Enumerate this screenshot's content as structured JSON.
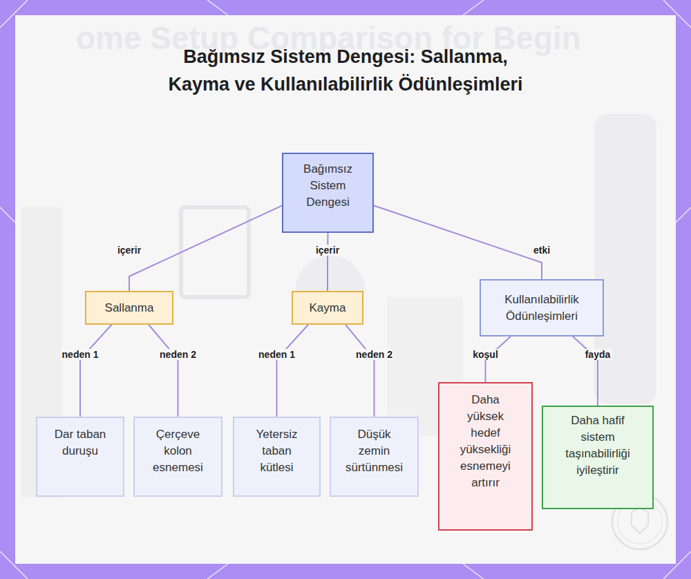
{
  "diagram": {
    "title": "Bağımsız Sistem Dengesi: Sallanma, Kayma ve Kullanılabilirlik Ödünleşimleri",
    "nodes": [
      {
        "text": [
          "Bağımsız Sistem Dengesi"
        ]
      },
      {
        "text": [
          "Sallanma"
        ]
      },
      {
        "text": [
          "Kayma"
        ]
      },
      {
        "text": [
          "Kullanılabilirlik Ödünleşimleri"
        ]
      },
      {
        "text": [
          "Dar taban duruşu"
        ]
      },
      {
        "text": [
          "Çerçeve kolon esnemesi"
        ]
      },
      {
        "text": [
          "Yetersiz taban kütlesi"
        ]
      },
      {
        "text": [
          "Düşük zemin sürtünmesi"
        ]
      },
      {
        "text": [
          "Daha yüksek hedef yüksekliği esnemeyi artırır"
        ]
      },
      {
        "text": [
          "Daha hafif sistem taşınabilirliği iyileştirir"
        ]
      }
    ],
    "edges": [
      {
        "from": 0,
        "to": 1,
        "label": "içerir",
        "arrow": "none"
      },
      {
        "from": 0,
        "to": 2,
        "label": "içerir",
        "arrow": "none"
      },
      {
        "from": 0,
        "to": 3,
        "label": "etki",
        "arrow": "none"
      },
      {
        "from": 1,
        "to": 4,
        "label": "neden 1",
        "arrow": "none"
      },
      {
        "from": 1,
        "to": 5,
        "label": "neden 2",
        "arrow": "none"
      },
      {
        "from": 2,
        "to": 6,
        "label": "neden 1",
        "arrow": "none"
      },
      {
        "from": 2,
        "to": 7,
        "label": "neden 2",
        "arrow": "none"
      },
      {
        "from": 3,
        "to": 8,
        "label": "koşul",
        "arrow": "none"
      },
      {
        "from": 3,
        "to": 9,
        "label": "fayda",
        "arrow": "none"
      }
    ],
    "labels": [
      "ome Setup Comparison for Begin"
    ]
  }
}
